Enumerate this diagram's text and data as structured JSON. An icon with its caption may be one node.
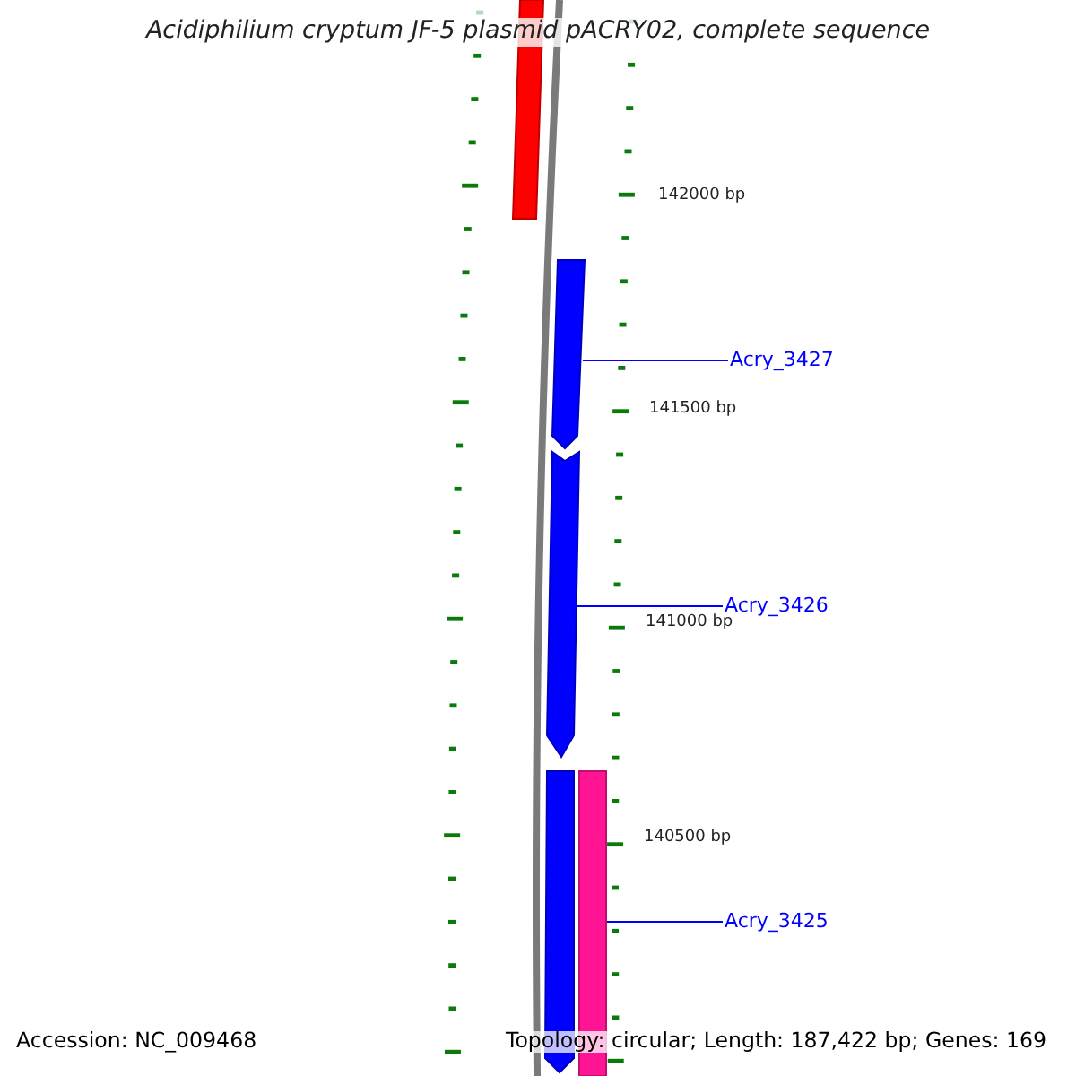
{
  "diagram": {
    "title": "Acidiphilium cryptum JF-5 plasmid pACRY02, complete sequence",
    "nodes": [
      {
        "text": [],
        "shape": "bar"
      },
      {
        "text": [],
        "shape": "bar"
      },
      {
        "text": [
          "Acry_3427"
        ]
      },
      {
        "text": [],
        "shape": "bar"
      },
      {
        "text": [
          "Acry_3426"
        ]
      },
      {
        "text": [],
        "shape": "bar"
      },
      {
        "text": [],
        "shape": "bar"
      },
      {
        "text": [
          "Acry_3425"
        ]
      }
    ],
    "edges": [
      {
        "from": 2,
        "to": 1,
        "arrow": "none"
      },
      {
        "from": 4,
        "to": 3,
        "arrow": "none"
      },
      {
        "from": 7,
        "to": 6,
        "arrow": "none"
      }
    ],
    "labels": [
      "142000 bp",
      "141500 bp",
      "141000 bp",
      "140500 bp",
      "Accession: NC_009468",
      "Topology: circular; Length: 187,422 bp; Genes: 169"
    ]
  }
}
